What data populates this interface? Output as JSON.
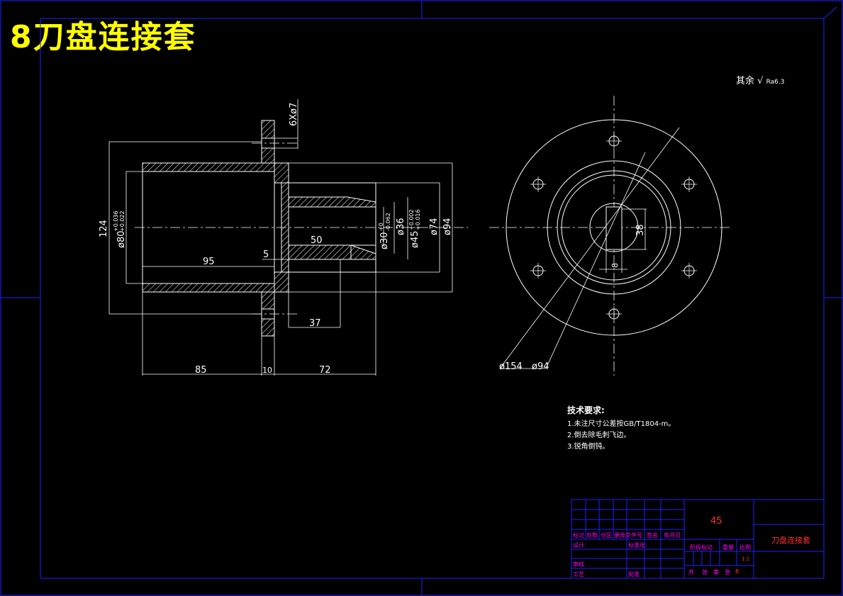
{
  "title": "8刀盘连接套",
  "roughness": {
    "prefix": "其余",
    "value": "Ra6.3"
  },
  "dimensions": {
    "holes": "6Xø7",
    "d124": "124",
    "d80": "ø80",
    "d80_tol_upper": "+0.036",
    "d80_tol_lower": "+0.022",
    "d30": "ø30",
    "d30_tol_upper": "+0",
    "d30_tol_lower": "-0.062",
    "d36": "ø36",
    "d45": "ø45",
    "d45_tol_upper": "+0.002",
    "d45_tol_lower": "+0.016",
    "d74": "ø74",
    "d94": "ø94",
    "len50": "50",
    "len5": "5",
    "len95": "95",
    "len37": "37",
    "len85": "85",
    "len10": "10",
    "len72": "72",
    "d38": "38",
    "d8": "8",
    "d154_leader": "ø154",
    "d94_leader": "ø94"
  },
  "tech_requirements": {
    "heading": "技术要求:",
    "items": [
      "1.未注尺寸公差按GB/T1804-m。",
      "2.倒去除毛刺飞边。",
      "3.锐角倒钝。"
    ]
  },
  "title_block": {
    "material": "45",
    "part_name": "刀盘连接套",
    "row_labels": [
      "标记",
      "处数",
      "分区",
      "更改文件号",
      "签名",
      "年月日"
    ],
    "design": "设计",
    "standardize": "标准化",
    "check": "审核",
    "process": "工艺",
    "approve": "批准",
    "stage_mark": "阶段标记",
    "weight": "重量",
    "scale": "比例",
    "scale_value": "1:1",
    "sheets_total": "共",
    "sheets_unit": "张",
    "sheet_no": "第",
    "sheet_unit": "张",
    "sheet_value": "8"
  },
  "colors": {
    "frame": "#0000ff",
    "geometry": "#ffffff",
    "title": "#ffff00",
    "labels": "#ff00ff",
    "accent": "#ff3030"
  }
}
